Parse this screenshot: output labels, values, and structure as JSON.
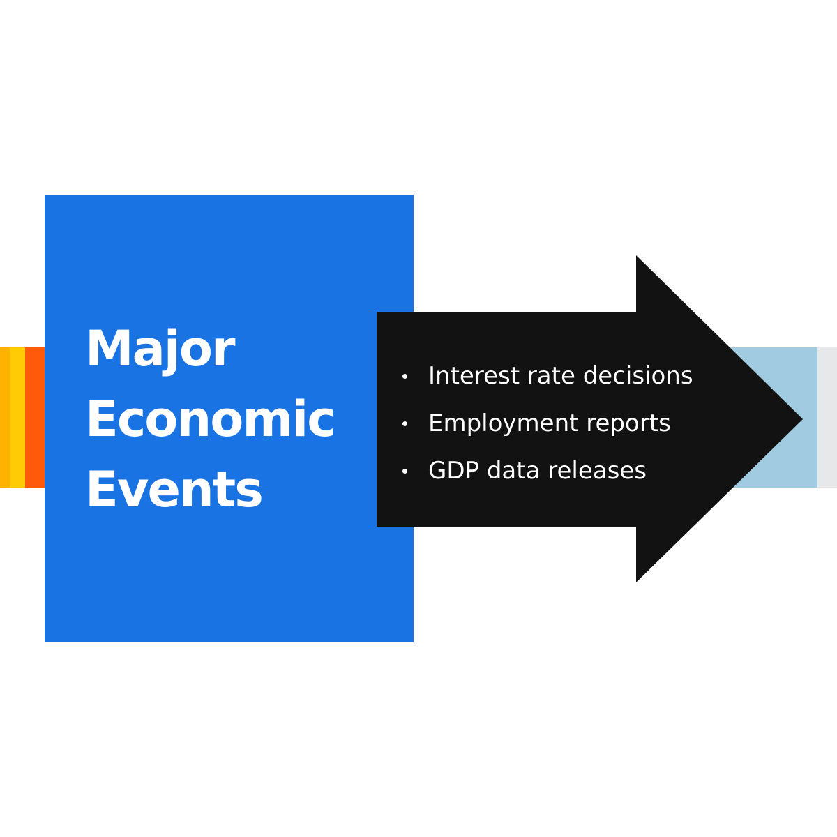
{
  "heading": {
    "line1": "Major",
    "line2": "Economic",
    "line3": "Events"
  },
  "events": [
    "Interest rate decisions",
    "Employment reports",
    "GDP data releases"
  ],
  "colors": {
    "background": "#ffffff",
    "box": "#1a73e3",
    "arrow": "#121212",
    "text": "#ffffff",
    "stripe_yellow": "#ffcb05",
    "stripe_amber": "#ffb300",
    "stripe_orange": "#ff5a0a",
    "band_light_blue": "#a0cbe0",
    "band_grey": "#e6e8ea"
  }
}
